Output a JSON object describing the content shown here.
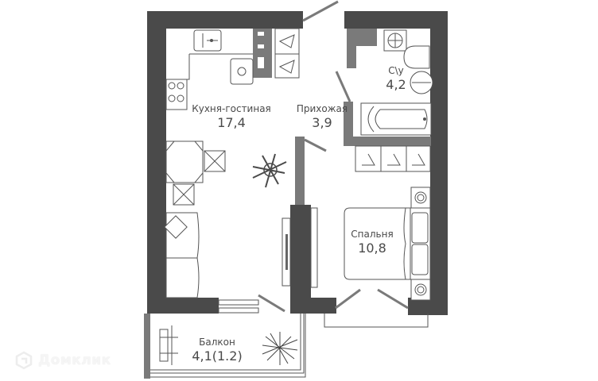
{
  "plan": {
    "rooms": [
      {
        "id": "kitchen-living",
        "name": "Кухня-гостиная",
        "area": "17,4"
      },
      {
        "id": "hallway",
        "name": "Прихожая",
        "area": "3,9"
      },
      {
        "id": "bathroom",
        "name": "С\\у",
        "area": "4,2"
      },
      {
        "id": "bedroom",
        "name": "Спальня",
        "area": "10,8"
      },
      {
        "id": "balcony",
        "name": "Балкон",
        "area": "4,1(1.2)"
      }
    ]
  },
  "watermark": {
    "text": "Домклик",
    "icon": "domclick-logo-icon"
  },
  "colors": {
    "wall": "#4a4a4a",
    "partition": "#7a7a7a",
    "line": "#555555",
    "background": "#ffffff"
  }
}
